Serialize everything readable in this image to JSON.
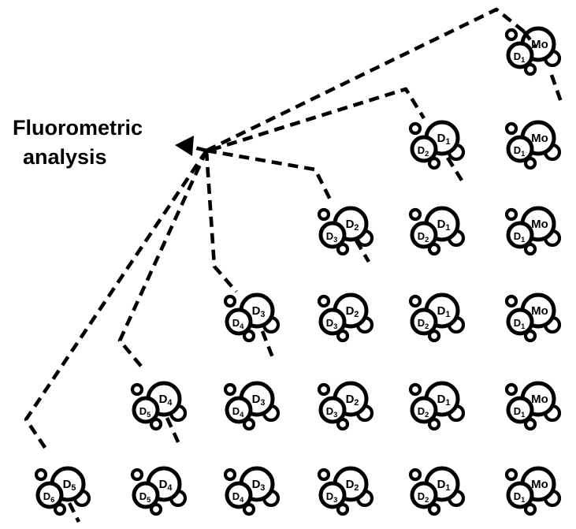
{
  "label": {
    "line1": "Fluorometric",
    "line2": "analysis"
  },
  "generations": {
    "mother": "Mo",
    "d1": "D1",
    "d2": "D2",
    "d3": "D3",
    "d4": "D4",
    "d5": "D5",
    "d6": "D6"
  },
  "grid": {
    "columns": 6,
    "rows": 6,
    "column_labels": [
      [
        "D6",
        "D5"
      ],
      [
        "D5",
        "D4"
      ],
      [
        "D4",
        "D3"
      ],
      [
        "D3",
        "D2"
      ],
      [
        "D2",
        "D1"
      ],
      [
        "D1",
        "Mo"
      ]
    ]
  }
}
